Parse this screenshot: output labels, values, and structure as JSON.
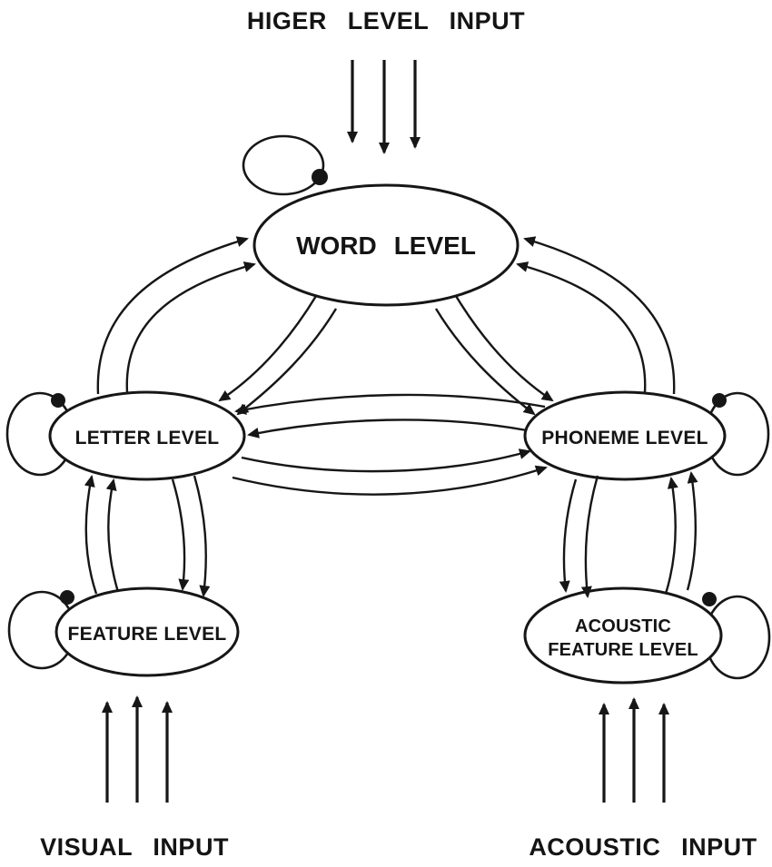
{
  "diagram": {
    "kind": "interactive-activation-model",
    "inputs": {
      "top": "HIGER LEVEL INPUT",
      "bottom_left": "VISUAL INPUT",
      "bottom_right": "ACOUSTIC INPUT",
      "arrows_per_input": 3
    },
    "nodes": {
      "word": "WORD LEVEL",
      "letter": "LETTER LEVEL",
      "phoneme": "PHONEME LEVEL",
      "feature": "FEATURE LEVEL",
      "acoustic_feature_line1": "ACOUSTIC",
      "acoustic_feature_line2": "FEATURE LEVEL"
    },
    "connections": [
      {
        "from": "WORD LEVEL",
        "to": "LETTER LEVEL",
        "type": "bidirectional",
        "lines_per_direction": 2
      },
      {
        "from": "WORD LEVEL",
        "to": "PHONEME LEVEL",
        "type": "bidirectional",
        "lines_per_direction": 2
      },
      {
        "from": "LETTER LEVEL",
        "to": "PHONEME LEVEL",
        "type": "bidirectional",
        "lines_per_direction": 2
      },
      {
        "from": "LETTER LEVEL",
        "to": "FEATURE LEVEL",
        "type": "bidirectional",
        "lines_per_direction": 2
      },
      {
        "from": "PHONEME LEVEL",
        "to": "ACOUSTIC FEATURE LEVEL",
        "type": "bidirectional",
        "lines_per_direction": 2
      }
    ],
    "self_loops": [
      {
        "node": "WORD LEVEL",
        "terminator": "filled-dot"
      },
      {
        "node": "LETTER LEVEL",
        "terminator": "filled-dot"
      },
      {
        "node": "PHONEME LEVEL",
        "terminator": "filled-dot"
      },
      {
        "node": "FEATURE LEVEL",
        "terminator": "filled-dot"
      },
      {
        "node": "ACOUSTIC FEATURE LEVEL",
        "terminator": "filled-dot"
      }
    ],
    "colors": {
      "stroke": "#161616",
      "background": "#ffffff",
      "text": "#141414"
    }
  }
}
